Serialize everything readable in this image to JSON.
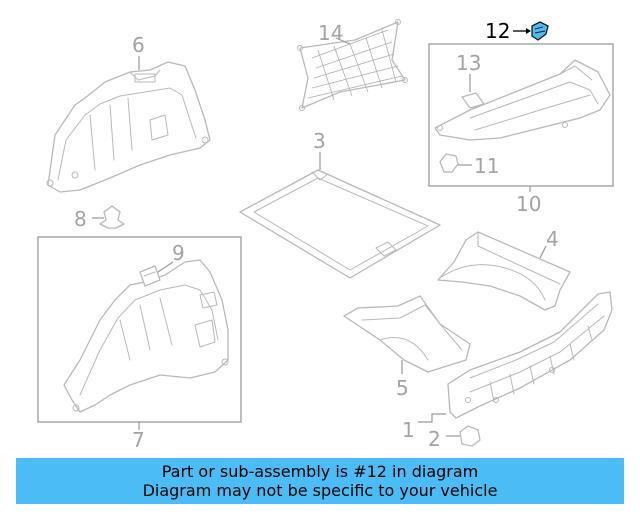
{
  "callouts": {
    "c1": "1",
    "c2": "2",
    "c3": "3",
    "c4": "4",
    "c5": "5",
    "c6": "6",
    "c7": "7",
    "c8": "8",
    "c9": "9",
    "c10": "10",
    "c11": "11",
    "c12": "12",
    "c13": "13",
    "c14": "14"
  },
  "highlight_color": "#4bbcf5",
  "banner": {
    "line1": "Part or sub-assembly is #12 in diagram",
    "line2": "Diagram may not be specific to your vehicle",
    "background": "#4bbcf5"
  }
}
